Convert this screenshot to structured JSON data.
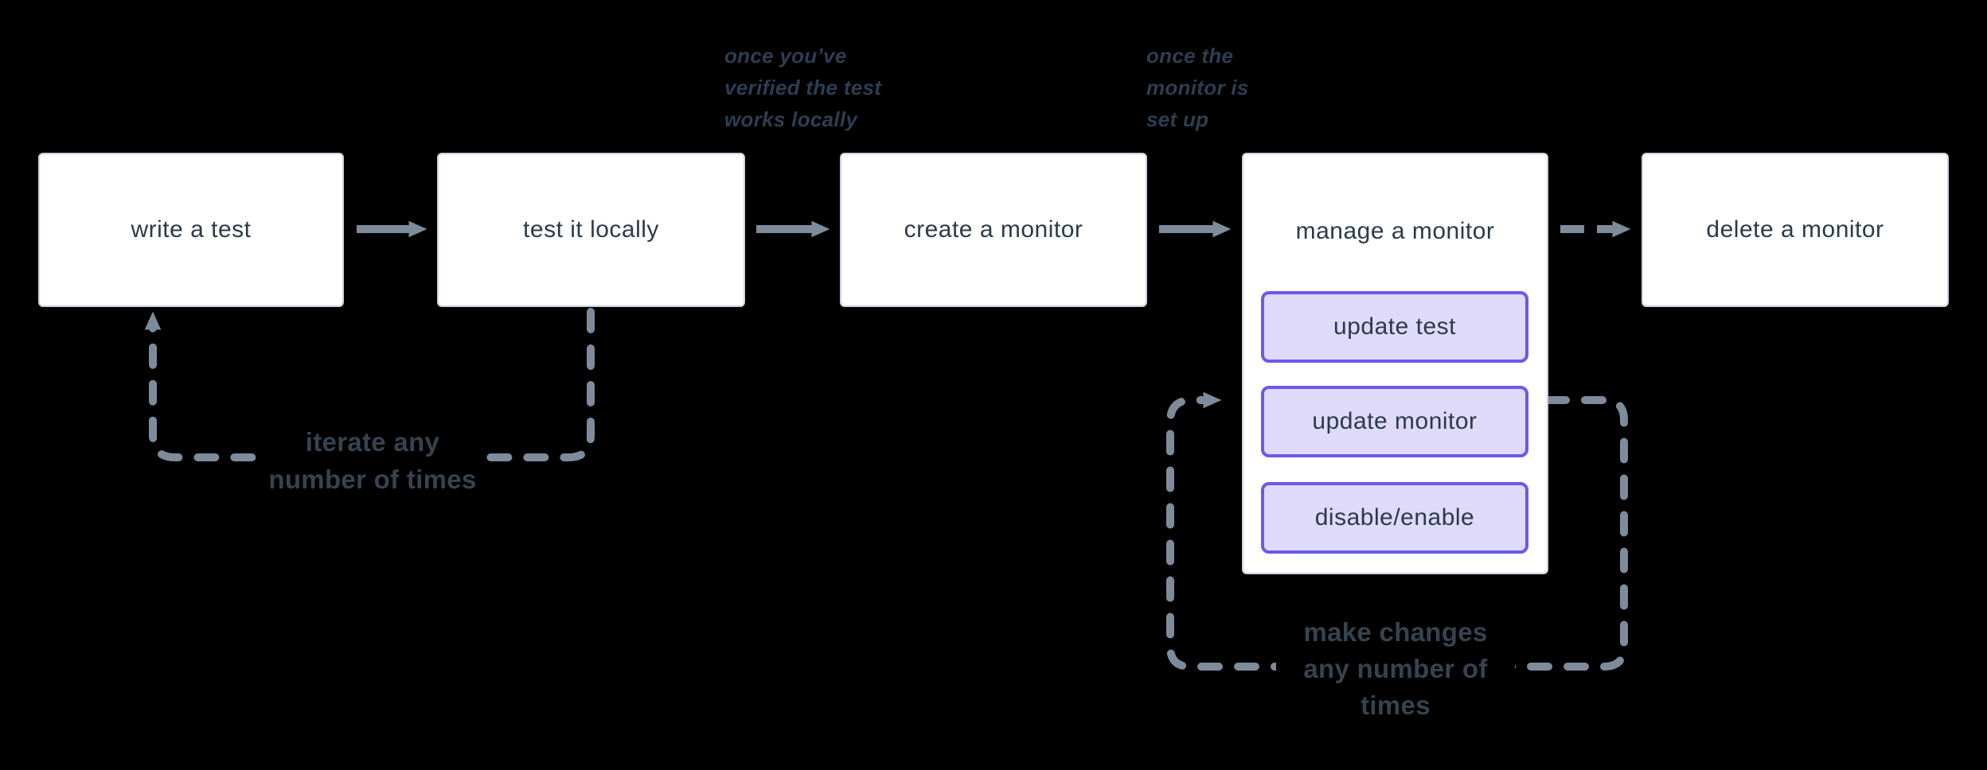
{
  "diagram": {
    "title": "synthetic test and monitor lifecycle flow",
    "colors": {
      "background": "#000000",
      "node_fill": "#ffffff",
      "node_border": "#c9d3dd",
      "node_text": "#2c3a49",
      "arrow": "#7d8b9b",
      "sub_node_fill": "#dfd9fa",
      "sub_node_border": "#6a5ae8",
      "annotation_text": "#2e3d50",
      "loop_label_text": "#36434f"
    },
    "nodes": [
      {
        "id": "write-test",
        "label": "write a test"
      },
      {
        "id": "test-locally",
        "label": "test it locally"
      },
      {
        "id": "create-monitor",
        "label": "create a monitor"
      },
      {
        "id": "manage-monitor",
        "label": "manage a monitor",
        "children": [
          {
            "id": "update-test",
            "label": "update test"
          },
          {
            "id": "update-monitor",
            "label": "update monitor"
          },
          {
            "id": "disable-enable",
            "label": "disable/enable"
          }
        ]
      },
      {
        "id": "delete-monitor",
        "label": "delete a monitor"
      }
    ],
    "annotations": [
      {
        "id": "verified-note",
        "lines": [
          "once you’ve",
          "verified the test",
          "works locally"
        ]
      },
      {
        "id": "setup-note",
        "lines": [
          "once the",
          "monitor is",
          "set up"
        ]
      }
    ],
    "loop_labels": [
      {
        "id": "iterate-loop",
        "lines": [
          "iterate any",
          "number of times"
        ]
      },
      {
        "id": "changes-loop",
        "lines": [
          "make changes",
          "any number of",
          "times"
        ]
      }
    ],
    "edges": [
      {
        "from": "write-test",
        "to": "test-locally",
        "style": "solid"
      },
      {
        "from": "test-locally",
        "to": "create-monitor",
        "style": "solid"
      },
      {
        "from": "create-monitor",
        "to": "manage-monitor",
        "style": "solid"
      },
      {
        "from": "manage-monitor",
        "to": "delete-monitor",
        "style": "dashed"
      },
      {
        "from": "test-locally",
        "to": "write-test",
        "style": "dashed-loop"
      },
      {
        "from": "manage-monitor",
        "to": "manage-monitor",
        "style": "dashed-loop"
      }
    ]
  }
}
